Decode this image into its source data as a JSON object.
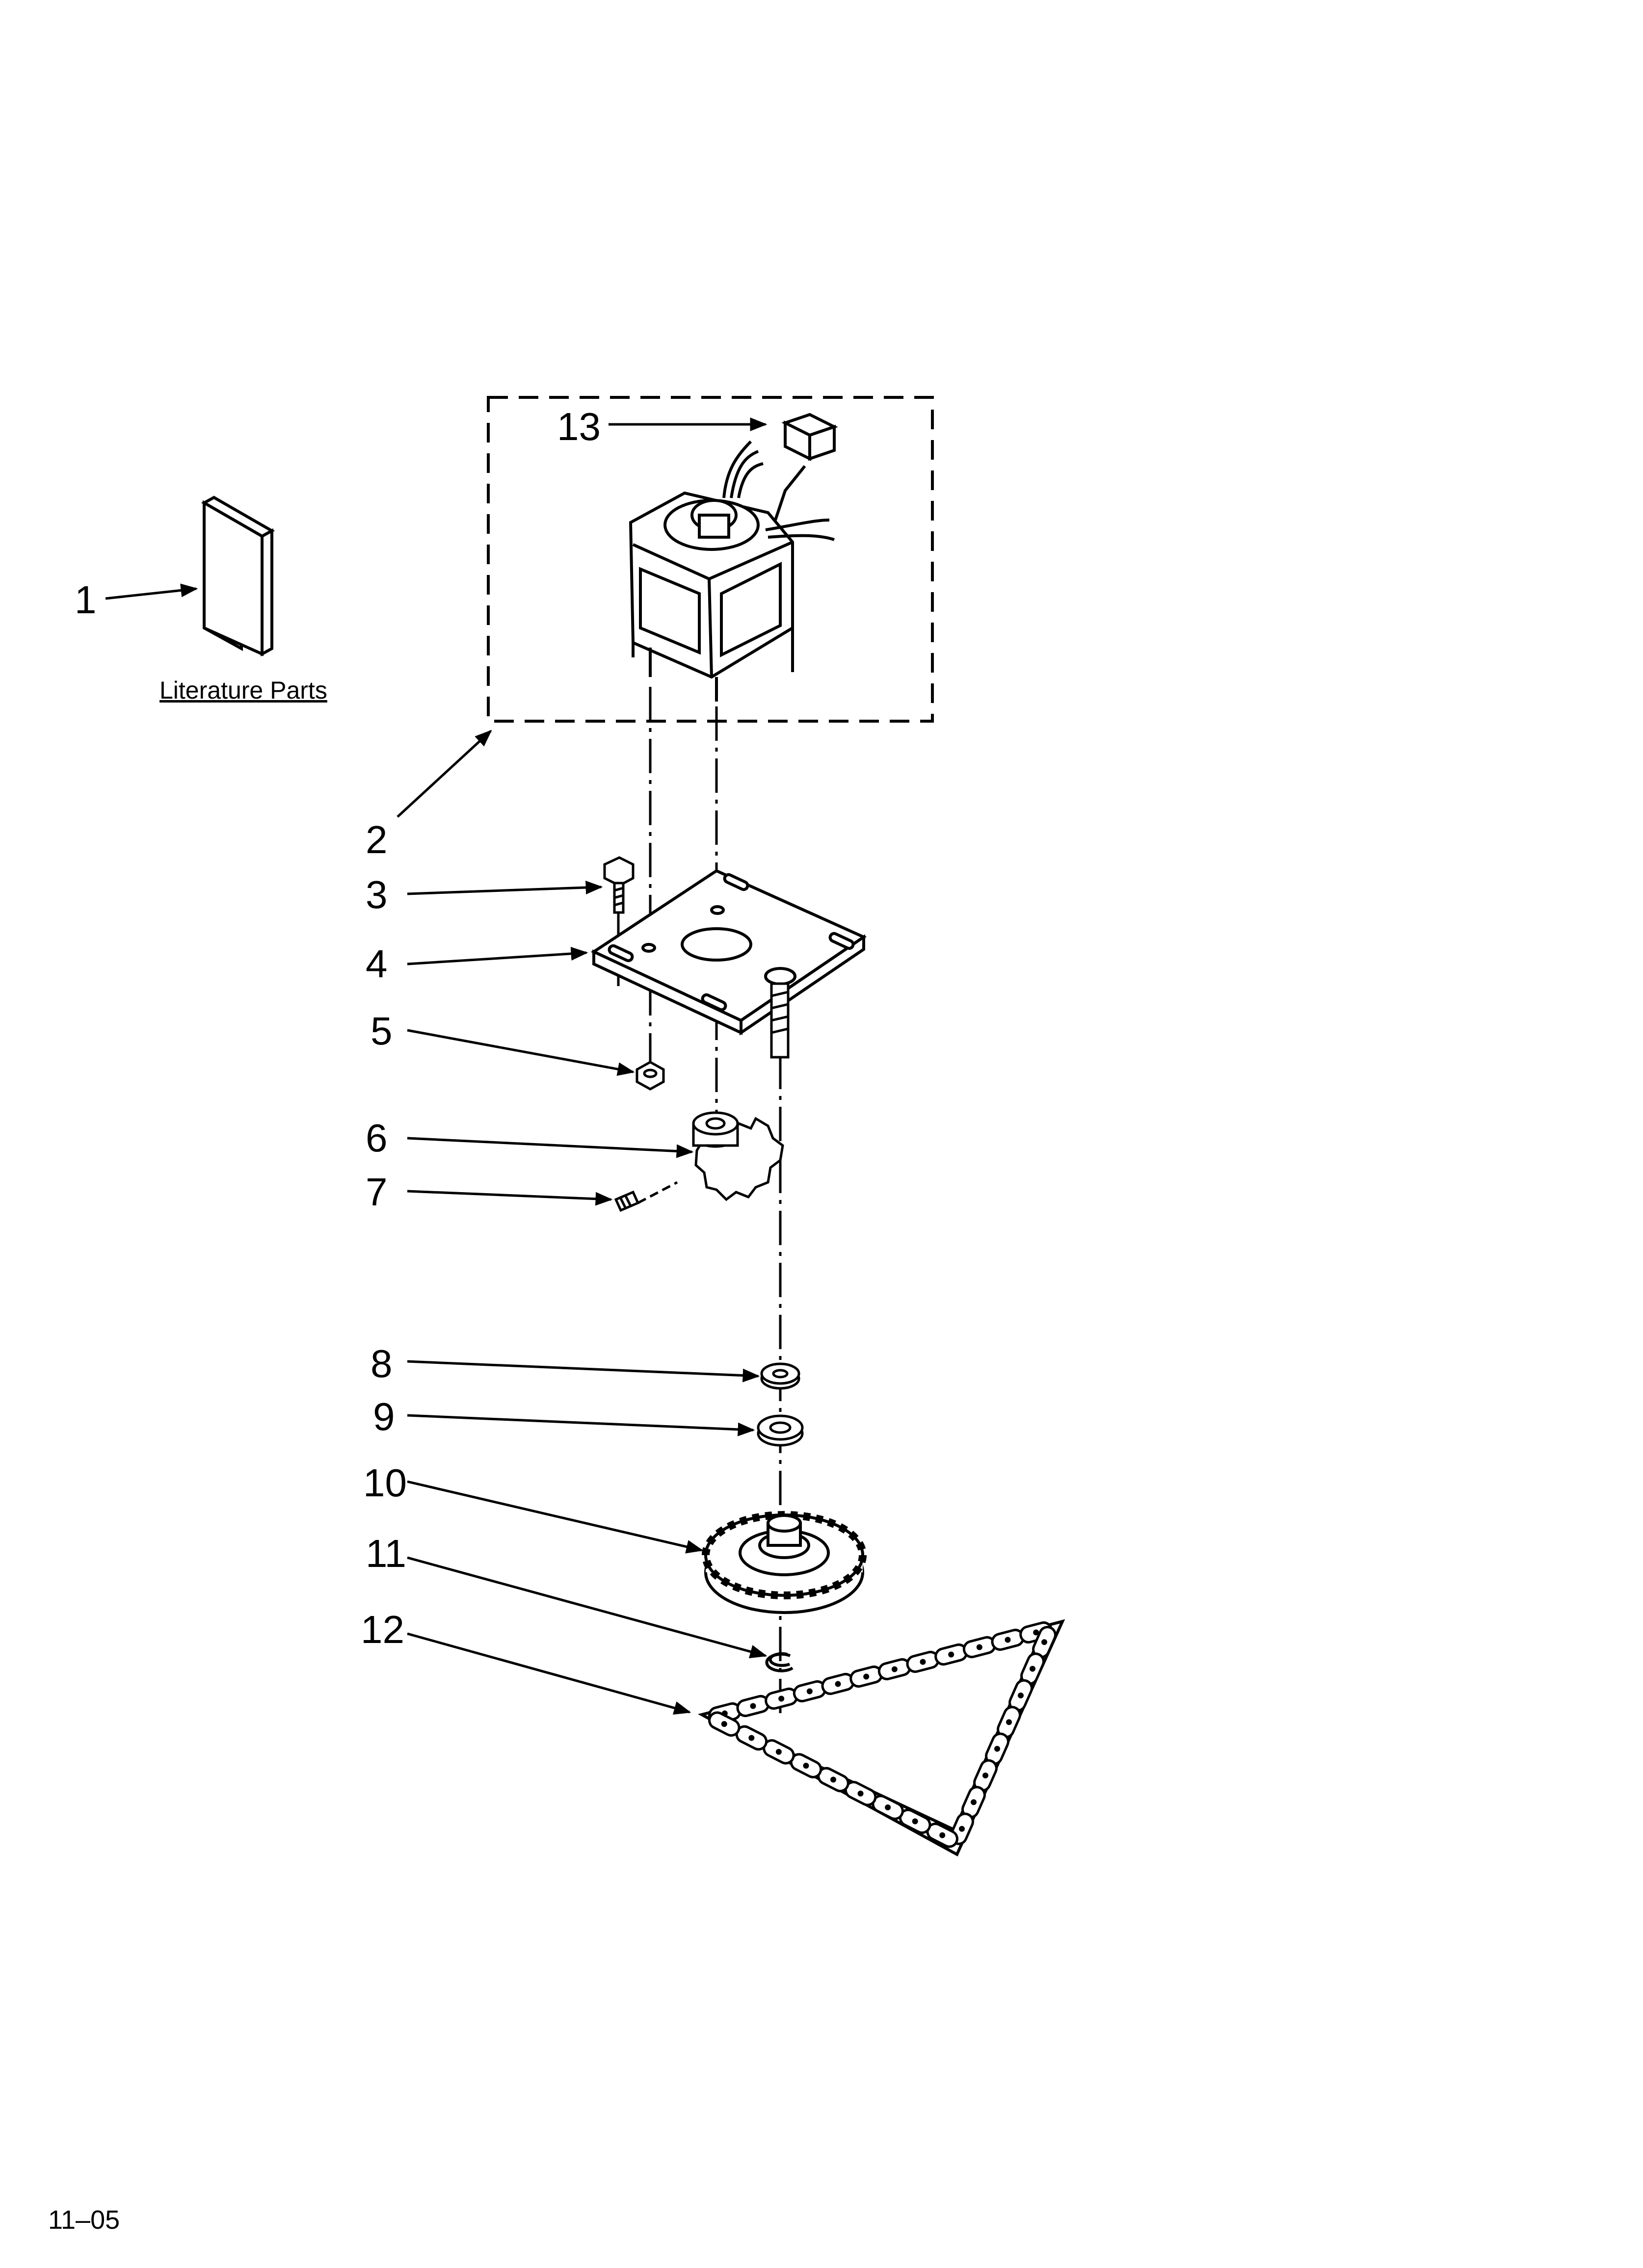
{
  "callouts": {
    "c1": "1",
    "c2": "2",
    "c3": "3",
    "c4": "4",
    "c5": "5",
    "c6": "6",
    "c7": "7",
    "c8": "8",
    "c9": "9",
    "c10": "10",
    "c11": "11",
    "c12": "12",
    "c13": "13"
  },
  "literature_label": "Literature Parts",
  "footer_code": "11–05"
}
